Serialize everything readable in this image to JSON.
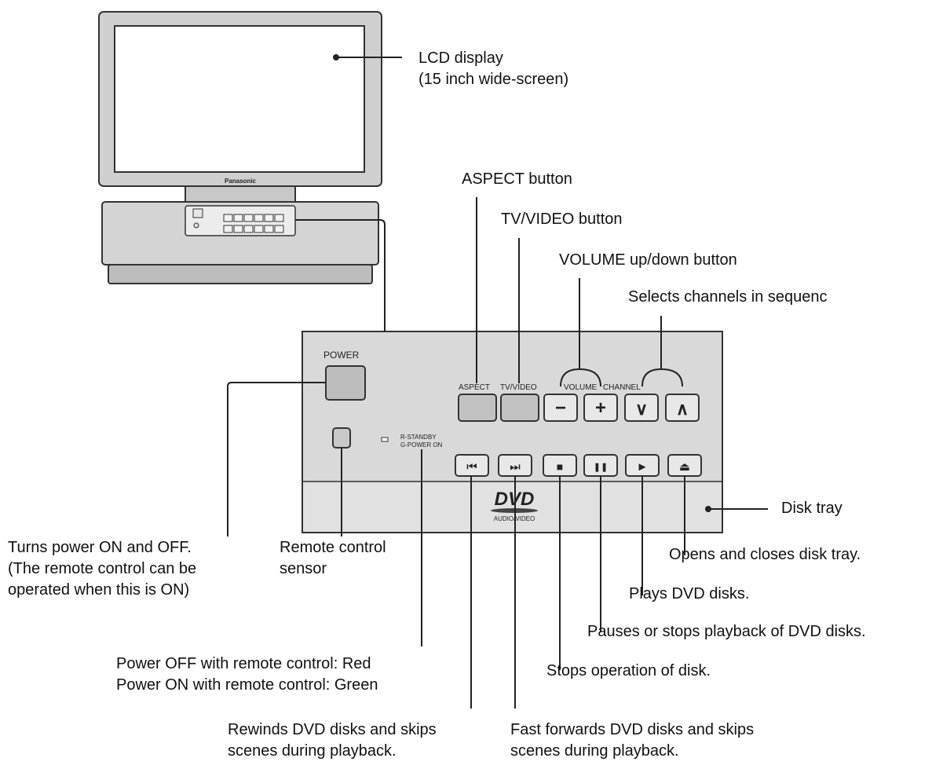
{
  "monitor": {
    "brand": "Panasonic"
  },
  "panel": {
    "power_label": "POWER",
    "aspect_label": "ASPECT",
    "tvvideo_label": "TV/VIDEO",
    "volume_label": "VOLUME",
    "channel_label": "CHANNEL",
    "standby_line1": "R-STANDBY",
    "standby_line2": "G-POWER ON",
    "dvd_logo": "DVD",
    "dvd_sub": "AUDIO/VIDEO"
  },
  "buttons": {
    "volume_down": "−",
    "volume_up": "+",
    "channel_down": "∨",
    "channel_up": "∧",
    "skip_back": "⏮",
    "skip_forward": "⏭",
    "stop": "■",
    "pause": "❚❚",
    "play": "►",
    "eject": "⏏"
  },
  "callouts": {
    "lcd_display": "LCD display\n(15 inch wide-screen)",
    "aspect_button": "ASPECT button",
    "tvvideo_button": "TV/VIDEO button",
    "volume_button": "VOLUME up/down button",
    "channel_select": "Selects channels in sequenc",
    "disk_tray": "Disk tray",
    "power": "Turns power ON and OFF.\n(The remote control can be\noperated when this is ON)",
    "remote_sensor": "Remote control\nsensor",
    "open_close": "Opens and closes disk tray.",
    "play": "Plays DVD disks.",
    "pause": "Pauses or stops playback of DVD disks.",
    "power_led": "Power OFF with remote control: Red\nPower ON with remote control: Green",
    "stop": "Stops operation of disk.",
    "rewind": "Rewinds DVD disks and skips\nscenes during playback.",
    "fast_forward": "Fast forwards DVD disks and skips\nscenes during playback."
  }
}
